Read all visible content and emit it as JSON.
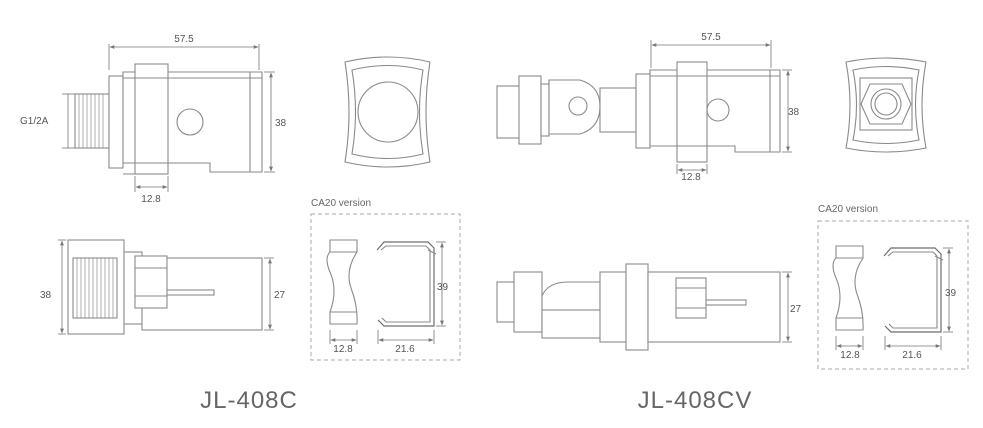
{
  "models": [
    {
      "name": "JL-408C",
      "thread_label": "G1/2A",
      "dims": {
        "length": "57.5",
        "height": "38",
        "clip_width": "12.8",
        "side_height": "38",
        "side_depth": "27"
      },
      "version": {
        "label": "CA20 version",
        "clip_width": "12.8",
        "bracket_width": "21.6",
        "bracket_height": "39"
      }
    },
    {
      "name": "JL-408CV",
      "dims": {
        "length": "57.5",
        "height": "38",
        "clip_width": "12.8",
        "side_depth": "27"
      },
      "version": {
        "label": "CA20 version",
        "clip_width": "12.8",
        "bracket_width": "21.6",
        "bracket_height": "39"
      }
    }
  ]
}
